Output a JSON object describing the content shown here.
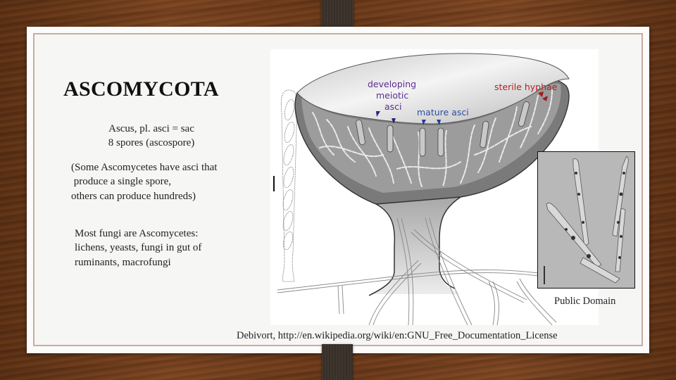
{
  "slide": {
    "title": "ASCOMYCOTA",
    "definition_lines": [
      "Ascus, pl. asci = sac",
      "8 spores (ascospore)"
    ],
    "note_lines": [
      "(Some Ascomycetes have asci that",
      " produce a single spore,",
      "others can produce hundreds)"
    ],
    "examples_lines": [
      "Most fungi are Ascomycetes:",
      "lichens, yeasts, fungi in gut of",
      "ruminants, macrofungi"
    ]
  },
  "figure": {
    "labels": {
      "developing": [
        "developing",
        "meiotic",
        "asci"
      ],
      "mature": "mature asci",
      "sterile": "sterile hyphae"
    },
    "colors": {
      "developing_label": "#5b2d91",
      "mature_label": "#2a4fa3",
      "sterile_label": "#b22222",
      "cup_fill": "#8c8c8c",
      "cup_top": "#e4e4e4"
    },
    "credit": "Debivort, http://en.wikipedia.org/wiki/en:GNU_Free_Documentation_License"
  },
  "photo": {
    "caption": "Public Domain"
  },
  "theme": {
    "paper_border": "#c8ada0",
    "clip": "#3a3029"
  }
}
